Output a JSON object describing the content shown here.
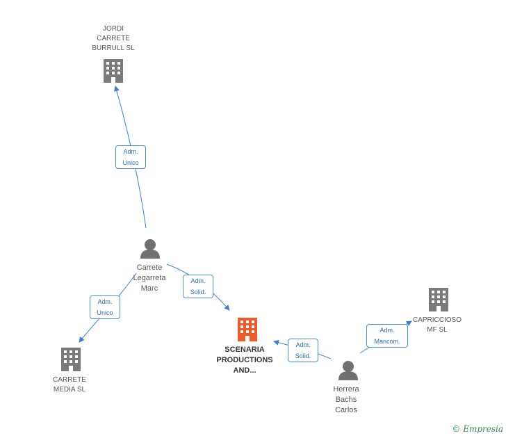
{
  "colors": {
    "edge": "#3b7fd4",
    "building": "#7a7a7a",
    "building_focus": "#f05a28",
    "person": "#707070"
  },
  "nodes": {
    "jordi": {
      "label": "JORDI\nCARRETE\nBURRULL SL",
      "icon": "building-icon"
    },
    "carrete_marc": {
      "label": "Carrete\nLegarreta\nMarc",
      "icon": "person-icon"
    },
    "carrete_media": {
      "label": "CARRETE\nMEDIA SL",
      "icon": "building-icon"
    },
    "scenaria": {
      "label": "SCENARIA\nPRODUCTIONS\nAND...",
      "icon": "building-icon"
    },
    "herrera": {
      "label": "Herrera\nBachs\nCarlos",
      "icon": "person-icon"
    },
    "capriccioso": {
      "label": "CAPRICCIOSO\nMF SL",
      "icon": "building-icon"
    }
  },
  "edges": {
    "marc_jordi": "Adm.\nUnico",
    "marc_media": "Adm.\nUnico",
    "marc_scenaria": "Adm.\nSolid.",
    "herrera_scenaria": "Adm.\nSolid.",
    "herrera_capriccioso": "Adm.\nMancom."
  },
  "footer": {
    "copyright_symbol": "©",
    "brand": "Empresia"
  }
}
